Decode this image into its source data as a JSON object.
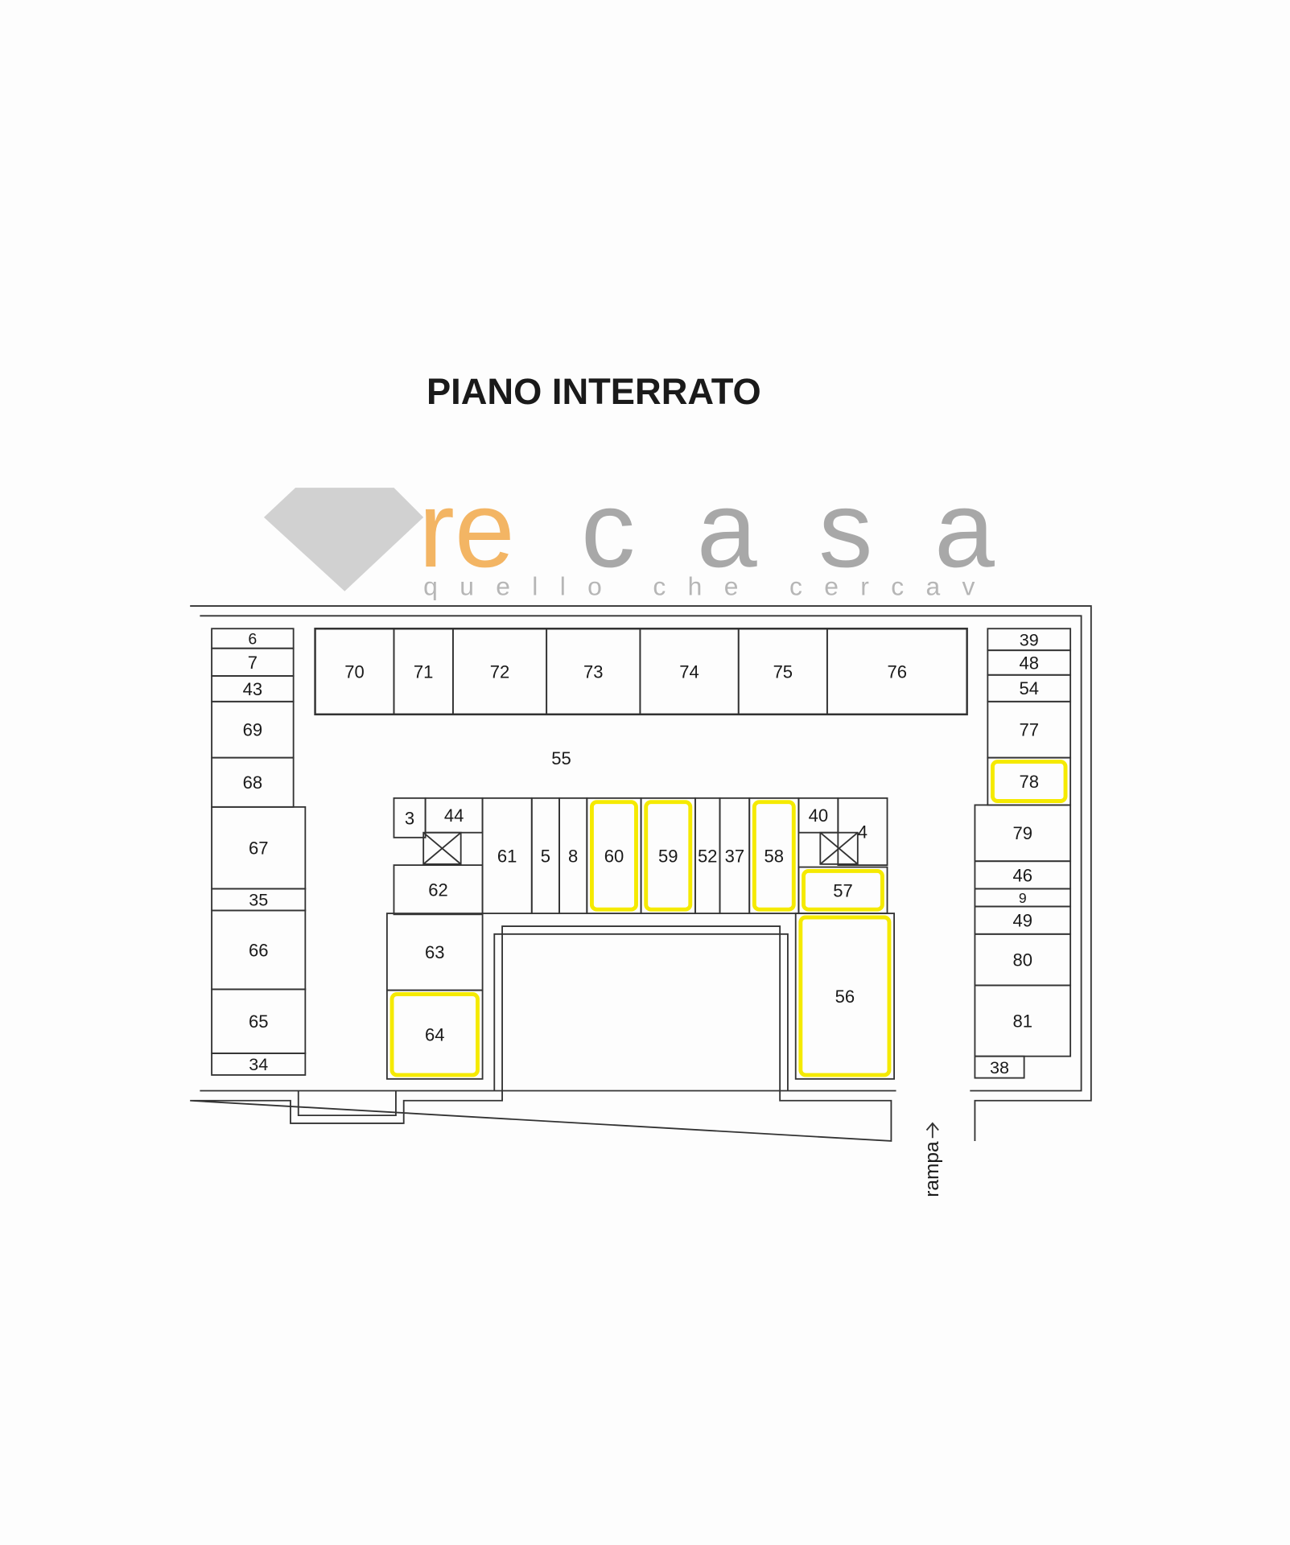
{
  "title": "PIANO INTERRATO",
  "watermark": {
    "brand_part1": "re",
    "brand_part2": "casa",
    "tagline": "quello che cercav",
    "brand_color": "#f2a94a",
    "gray_color": "#9a9a9a"
  },
  "corridor_label": "55",
  "ramp_label": "rampa",
  "highlight_color": "#f5ea00",
  "rooms": [
    {
      "label": "6"
    },
    {
      "label": "7"
    },
    {
      "label": "43"
    },
    {
      "label": "69"
    },
    {
      "label": "68"
    },
    {
      "label": "67"
    },
    {
      "label": "35"
    },
    {
      "label": "66"
    },
    {
      "label": "65"
    },
    {
      "label": "34"
    },
    {
      "label": "70"
    },
    {
      "label": "71"
    },
    {
      "label": "72"
    },
    {
      "label": "73"
    },
    {
      "label": "74"
    },
    {
      "label": "75"
    },
    {
      "label": "76"
    },
    {
      "label": "39"
    },
    {
      "label": "48"
    },
    {
      "label": "54"
    },
    {
      "label": "77"
    },
    {
      "label": "78",
      "highlighted": true
    },
    {
      "label": "79"
    },
    {
      "label": "46"
    },
    {
      "label": "9"
    },
    {
      "label": "49"
    },
    {
      "label": "80"
    },
    {
      "label": "81"
    },
    {
      "label": "38"
    },
    {
      "label": "3"
    },
    {
      "label": "44"
    },
    {
      "label": "62"
    },
    {
      "label": "61"
    },
    {
      "label": "5"
    },
    {
      "label": "8"
    },
    {
      "label": "60",
      "highlighted": true
    },
    {
      "label": "59",
      "highlighted": true
    },
    {
      "label": "52"
    },
    {
      "label": "37"
    },
    {
      "label": "58",
      "highlighted": true
    },
    {
      "label": "40"
    },
    {
      "label": "4"
    },
    {
      "label": "57",
      "highlighted": true
    },
    {
      "label": "63"
    },
    {
      "label": "64",
      "highlighted": true
    },
    {
      "label": "56",
      "highlighted": true
    }
  ]
}
